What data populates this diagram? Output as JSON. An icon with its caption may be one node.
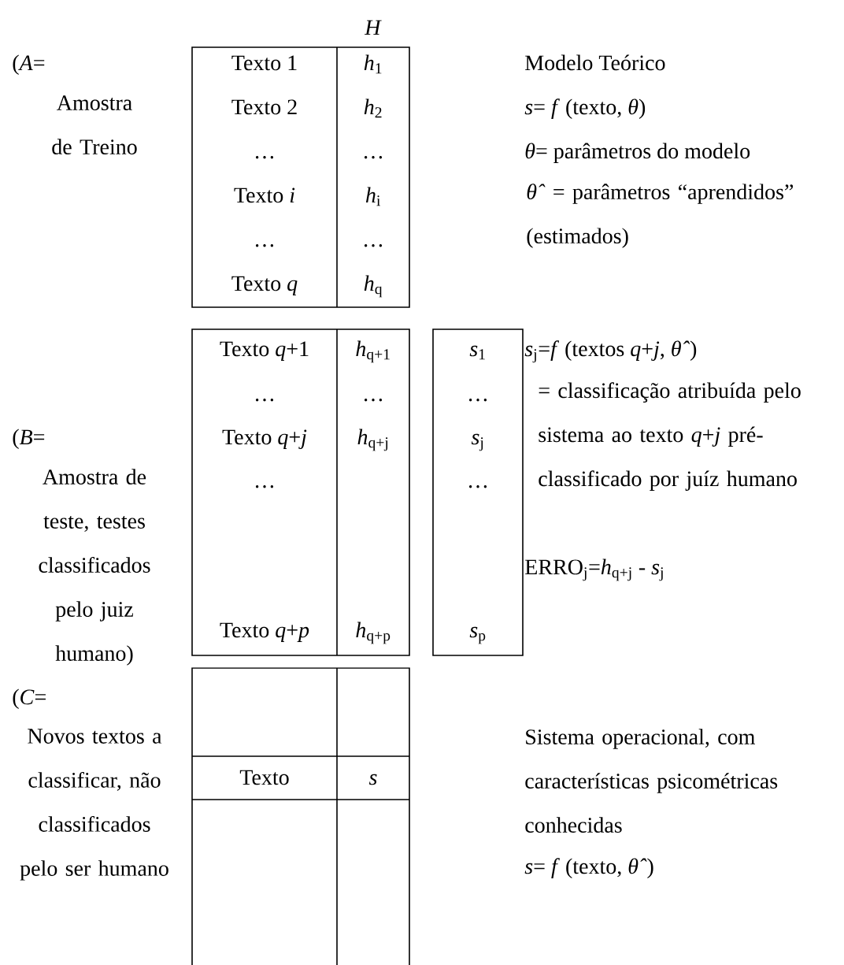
{
  "diagram": {
    "labels": [
      "*H*",
      "(*A*=",
      "Amostra de Treino",
      "Texto 1",
      "*h*$_{1}$",
      "Texto 2",
      "*h*$_{2}$",
      "…",
      "…",
      "Texto *i*",
      "*h*$_{i}$",
      "…",
      "…",
      "Texto *q*",
      "*h*$_{q}$",
      "Modelo Teórico",
      "*s*= *f* (texto, *θ*)",
      "*θ*= parâmetros do modelo",
      "*θ̂* = parâmetros  “aprendidos” (estimados)",
      "Texto *q*+1",
      "*h*$_{q+1}$",
      "…",
      "…",
      "Texto *q*+*j*",
      "*h*$_{q+j}$",
      "…",
      "Texto *q*+*p*",
      "*h*$_{q+p}$",
      "*s*$_{1}$",
      "…",
      "*s*$_{j}$",
      "…",
      "*s*$_{p}$",
      "(*B*=",
      "Amostra de teste, testes classificados pelo juiz humano)",
      "*s*$_{j}$=*f* (textos *q*+*j*, *θ̂*)",
      "= classificação atribuída pelo sistema ao texto *q*+*j* pré-classificado por juíz humano",
      "ERRO$_{j}$=*h*$_{q+j}$ - *s*$_{j}$",
      "(*C*=",
      "Novos textos a classificar, não classificados pelo ser humano",
      "Texto",
      "*s*",
      "Sistema operacional, com características psicométricas conhecidas",
      "*s*= *f* (texto, *θ̂*)"
    ]
  }
}
